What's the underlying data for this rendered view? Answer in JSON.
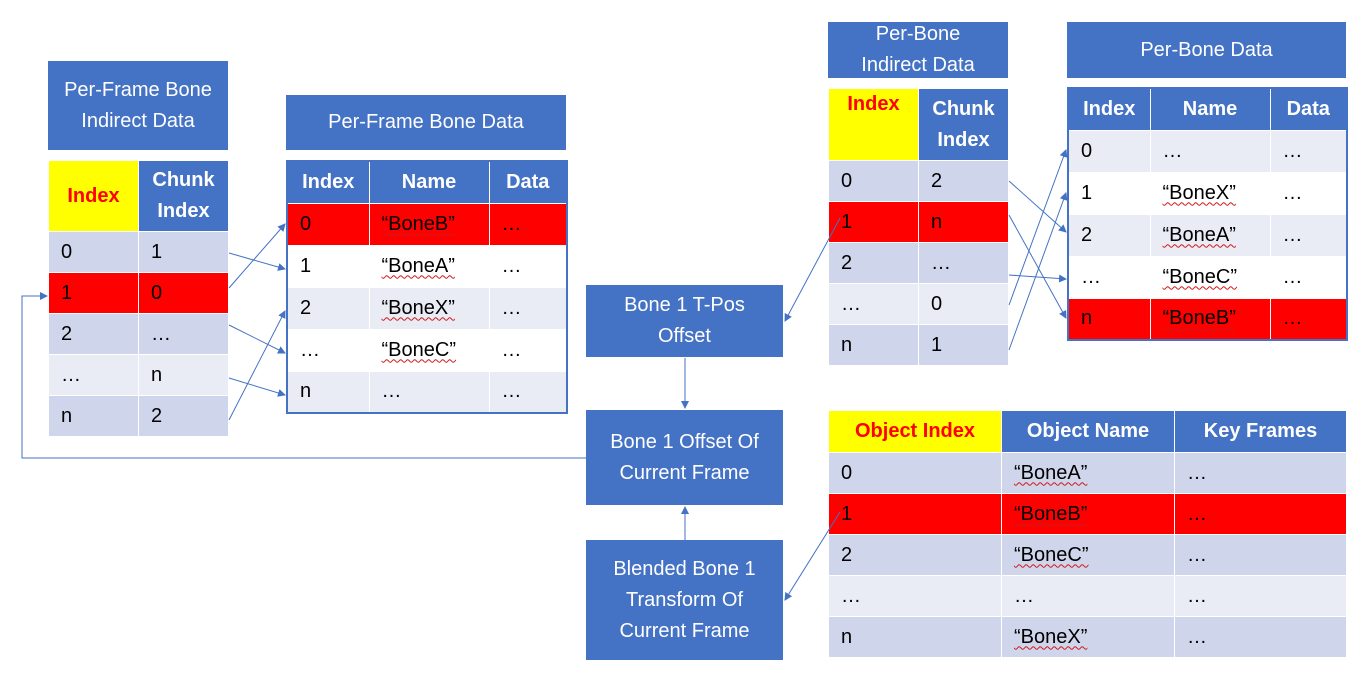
{
  "colors": {
    "box": "#4472c4",
    "header": "#4472c4",
    "row_odd": "#cfd5ea",
    "row_even": "#e9ebf5",
    "row_selected": "#ff0000",
    "index_header_bg": "#ffff00",
    "index_header_text": "#ff0000",
    "arrow": "#4472c4"
  },
  "per_frame_indirect": {
    "title": "Per-Frame Bone Indirect Data",
    "headers": [
      "Index",
      "Chunk Index"
    ],
    "rows": [
      [
        "0",
        "1"
      ],
      [
        "1",
        "0"
      ],
      [
        "2",
        "…"
      ],
      [
        "…",
        "n"
      ],
      [
        "n",
        "2"
      ]
    ]
  },
  "per_frame_data": {
    "title": "Per-Frame Bone Data",
    "headers": [
      "Index",
      "Name",
      "Data"
    ],
    "rows": [
      [
        "0",
        "“BoneB”",
        "…"
      ],
      [
        "1",
        "“BoneA”",
        "…"
      ],
      [
        "2",
        "“BoneX”",
        "…"
      ],
      [
        "…",
        "“BoneC”",
        "…"
      ],
      [
        "n",
        "…",
        "…"
      ]
    ]
  },
  "per_bone_indirect": {
    "title": "Per-Bone Indirect Data",
    "headers": [
      "Index",
      "Chunk Index"
    ],
    "rows": [
      [
        "0",
        "2"
      ],
      [
        "1",
        "n"
      ],
      [
        "2",
        "…"
      ],
      [
        "…",
        "0"
      ],
      [
        "n",
        "1"
      ]
    ]
  },
  "per_bone_data": {
    "title": "Per-Bone Data",
    "headers": [
      "Index",
      "Name",
      "Data"
    ],
    "rows": [
      [
        "0",
        "…",
        "…"
      ],
      [
        "1",
        "“BoneX”",
        "…"
      ],
      [
        "2",
        "“BoneA”",
        "…"
      ],
      [
        "…",
        "“BoneC”",
        "…"
      ],
      [
        "n",
        "“BoneB”",
        "…"
      ]
    ]
  },
  "object_table": {
    "headers": [
      "Object Index",
      "Object Name",
      "Key Frames"
    ],
    "rows": [
      [
        "0",
        "“BoneA”",
        "…"
      ],
      [
        "1",
        "“BoneB”",
        "…"
      ],
      [
        "2",
        "“BoneC”",
        "…"
      ],
      [
        "…",
        "…",
        "…"
      ],
      [
        "n",
        "“BoneX”",
        "…"
      ]
    ]
  },
  "process": {
    "tpos": "Bone 1 T-Pos Offset",
    "offset": "Bone 1 Offset Of Current Frame",
    "blended": "Blended Bone 1 Transform Of Current Frame"
  }
}
